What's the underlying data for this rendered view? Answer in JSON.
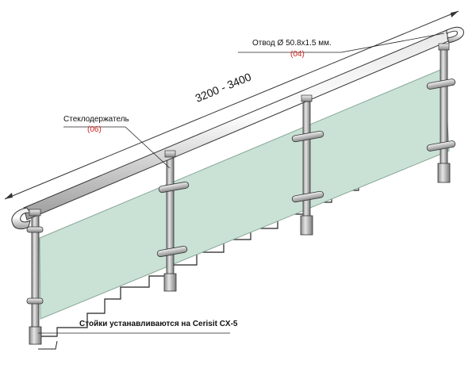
{
  "labels": {
    "elbow": {
      "text": "Отвод Ø 50.8x1.5 мм.",
      "code": "(04)"
    },
    "glass_holder": {
      "text": "Стеклодержатель",
      "code": "(06)"
    },
    "posts_note": "Стойки устанавливаются на Cerisit CX-5",
    "dimension": "3200 - 3400"
  },
  "colors": {
    "glass": "#c9e2d5",
    "metal": "#b8b8b8",
    "code_red": "#d2231f",
    "line": "#222222"
  }
}
